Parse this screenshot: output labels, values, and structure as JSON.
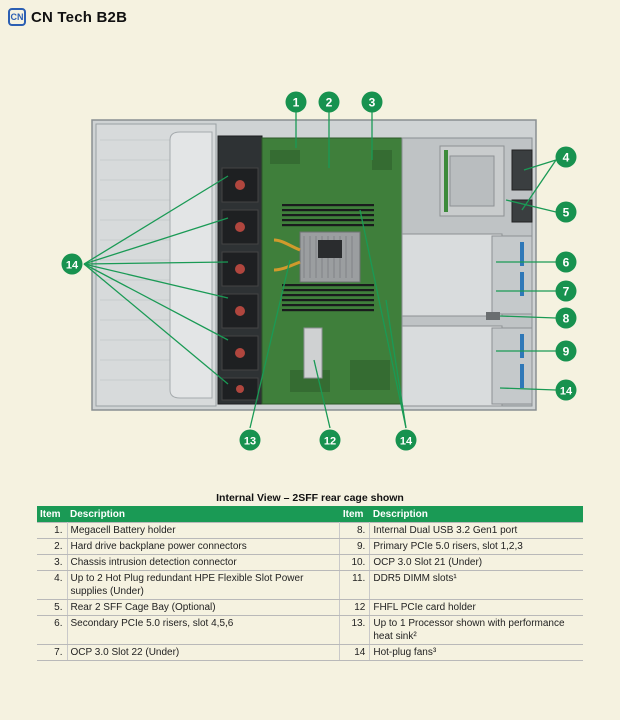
{
  "brand": {
    "logo_mark": "CN",
    "name": "CN Tech B2B"
  },
  "colors": {
    "accent": "#1a9a55",
    "callout": "#17924f"
  },
  "callouts": [
    {
      "label": "1"
    },
    {
      "label": "2"
    },
    {
      "label": "3"
    },
    {
      "label": "4"
    },
    {
      "label": "5"
    },
    {
      "label": "6"
    },
    {
      "label": "7"
    },
    {
      "label": "8"
    },
    {
      "label": "9"
    },
    {
      "label": "14"
    },
    {
      "label": "14"
    },
    {
      "label": "13"
    },
    {
      "label": "12"
    },
    {
      "label": "14"
    }
  ],
  "table": {
    "title": "Internal View – 2SFF rear cage shown",
    "headers": [
      "Item",
      "Description",
      "Item",
      "Description"
    ],
    "rows": [
      [
        "1.",
        "Megacell Battery holder",
        "8.",
        "Internal Dual USB 3.2 Gen1 port"
      ],
      [
        "2.",
        "Hard drive backplane power connectors",
        "9.",
        "Primary PCIe 5.0 risers, slot 1,2,3"
      ],
      [
        "3.",
        "Chassis intrusion detection connector",
        "10.",
        "OCP 3.0 Slot 21 (Under)"
      ],
      [
        "4.",
        "Up to 2 Hot Plug redundant HPE Flexible Slot Power supplies (Under)",
        "11.",
        "DDR5 DIMM slots¹"
      ],
      [
        "5.",
        "Rear 2 SFF Cage Bay (Optional)",
        "12",
        "FHFL PCIe card holder"
      ],
      [
        "6.",
        "Secondary PCIe 5.0 risers, slot 4,5,6",
        "13.",
        "Up to 1 Processor shown with performance heat sink²"
      ],
      [
        "7.",
        "OCP 3.0 Slot 22 (Under)",
        "14",
        "Hot-plug fans³"
      ]
    ]
  }
}
